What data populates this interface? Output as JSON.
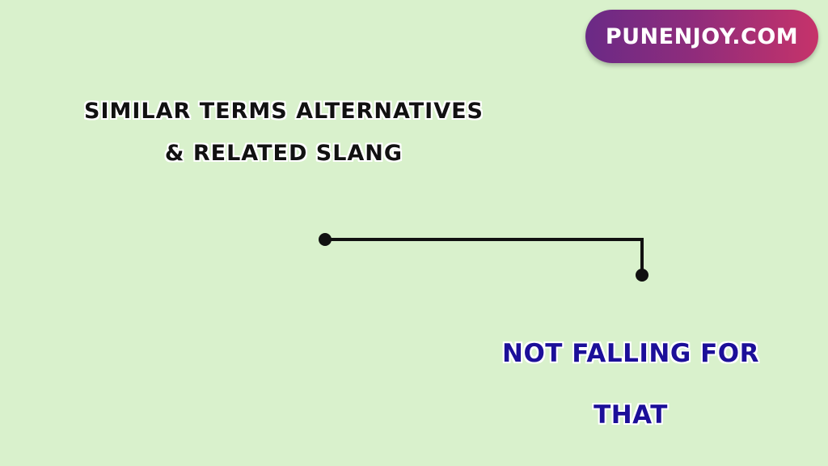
{
  "brand": {
    "label": "PUNENJOY.COM",
    "gradient_start": "#6a2a86",
    "gradient_end": "#c6336a"
  },
  "heading": {
    "line1": "SIMILAR TERMS ALTERNATIVES",
    "line2": "& RELATED SLANG"
  },
  "answer": {
    "line1": "NOT FALLING FOR",
    "line2": "THAT",
    "color": "#1c0f99"
  },
  "colors": {
    "background": "#d9f1cc",
    "heading_text": "#111111",
    "connector": "#111111"
  }
}
